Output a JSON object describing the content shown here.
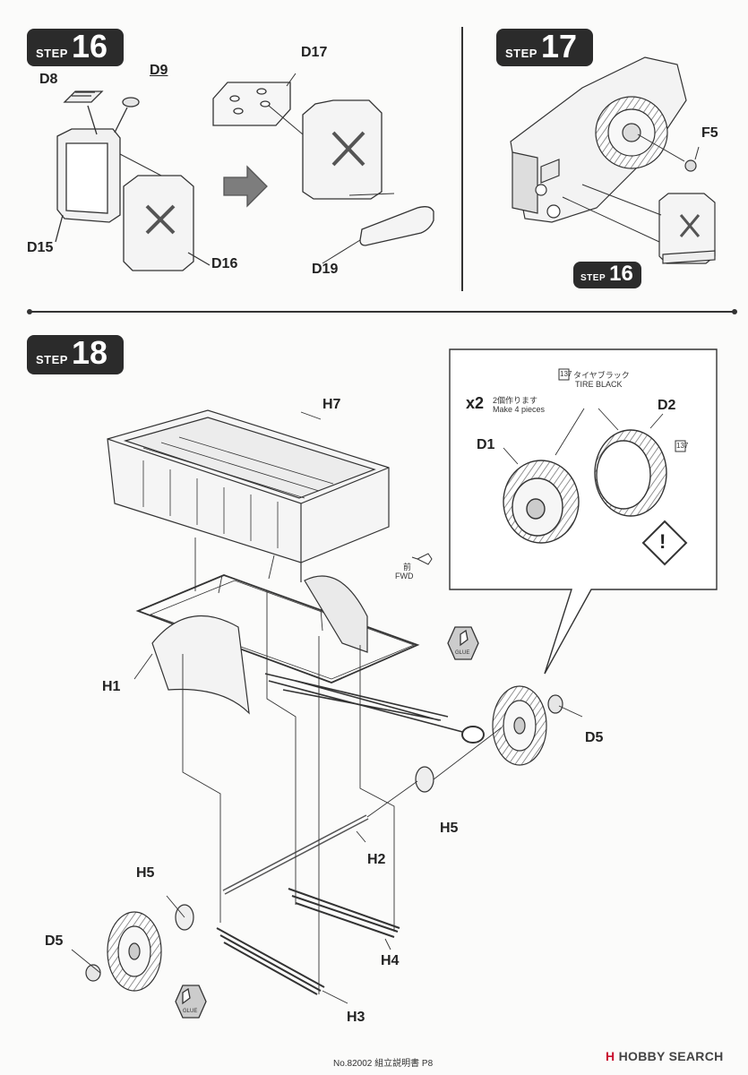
{
  "steps": {
    "step16": {
      "word": "STEP",
      "number": "16"
    },
    "step17": {
      "word": "STEP",
      "number": "17"
    },
    "step18": {
      "word": "STEP",
      "number": "18"
    },
    "ref16": {
      "word": "STEP",
      "number": "16"
    }
  },
  "parts": {
    "D8": "D8",
    "D9": "D9",
    "D15": "D15",
    "D16": "D16",
    "D17": "D17",
    "D19": "D19",
    "F5": "F5",
    "H7": "H7",
    "H1": "H1",
    "D5a": "D5",
    "D5b": "D5",
    "H5a": "H5",
    "H5b": "H5",
    "H2": "H2",
    "H4": "H4",
    "H3": "H3",
    "D1": "D1",
    "D2": "D2"
  },
  "inset": {
    "multiplier": "x2",
    "make_jp": "2個作ります",
    "make_en": "Make 4 pieces",
    "paint_code": "137",
    "paint_jp": "タイヤブラック",
    "paint_en": "TIRE BLACK",
    "paint_code2": "137",
    "warning": "!"
  },
  "direction": {
    "jp": "前",
    "en": "FWD"
  },
  "glue": "GLUE",
  "footer": "No.82002 組立説明書 P8",
  "brand": {
    "logo": "H",
    "name": "HOBBY SEARCH"
  }
}
